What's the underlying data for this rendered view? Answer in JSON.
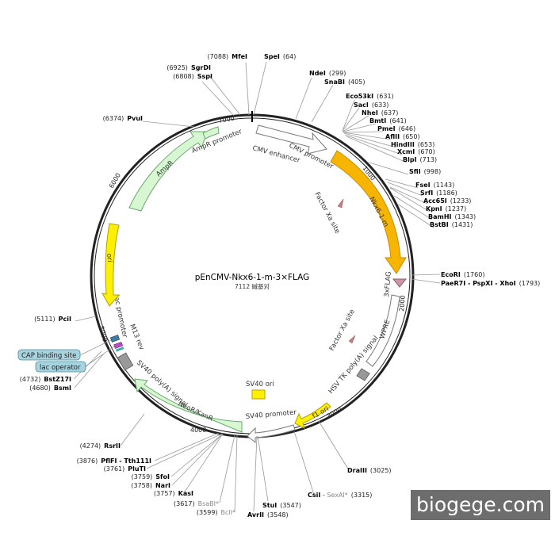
{
  "plasmid": {
    "name": "pEnCMV-Nkx6-1-m-3×FLAG",
    "size_label": "7112 碱基对"
  },
  "ticks": [
    "1000",
    "2000",
    "3000",
    "4000",
    "5000",
    "6000",
    "7000"
  ],
  "sites": [
    {
      "name": "MfeI",
      "pos": "(7088)",
      "side": "left"
    },
    {
      "name": "SgrDI",
      "pos": "(6925)",
      "side": "left"
    },
    {
      "name": "SspI",
      "pos": "(6808)",
      "side": "left"
    },
    {
      "name": "PvuI",
      "pos": "(6374)",
      "side": "left"
    },
    {
      "name": "SpeI",
      "pos": "(64)",
      "side": "right"
    },
    {
      "name": "NdeI",
      "pos": "(299)",
      "side": "right"
    },
    {
      "name": "SnaBI",
      "pos": "(405)",
      "side": "right"
    },
    {
      "name": "Eco53kI",
      "pos": "(631)",
      "side": "right"
    },
    {
      "name": "SacI",
      "pos": "(633)",
      "side": "right"
    },
    {
      "name": "NheI",
      "pos": "(637)",
      "side": "right"
    },
    {
      "name": "BmtI",
      "pos": "(641)",
      "side": "right"
    },
    {
      "name": "PmeI",
      "pos": "(646)",
      "side": "right"
    },
    {
      "name": "AflII",
      "pos": "(650)",
      "side": "right"
    },
    {
      "name": "HindIII",
      "pos": "(653)",
      "side": "right"
    },
    {
      "name": "XcmI",
      "pos": "(670)",
      "side": "right"
    },
    {
      "name": "BlpI",
      "pos": "(713)",
      "side": "right"
    },
    {
      "name": "SfiI",
      "pos": "(998)",
      "side": "right"
    },
    {
      "name": "FseI",
      "pos": "(1143)",
      "side": "right"
    },
    {
      "name": "SrfI",
      "pos": "(1186)",
      "side": "right"
    },
    {
      "name": "Acc65I",
      "pos": "(1233)",
      "side": "right"
    },
    {
      "name": "KpnI",
      "pos": "(1237)",
      "side": "right"
    },
    {
      "name": "BamHI",
      "pos": "(1343)",
      "side": "right"
    },
    {
      "name": "BstBI",
      "pos": "(1431)",
      "side": "right"
    },
    {
      "name": "EcoRI",
      "pos": "(1760)",
      "side": "right"
    },
    {
      "name": "PaeR7I - PspXI - XhoI",
      "pos": "(1793)",
      "side": "right"
    },
    {
      "name": "DraIII",
      "pos": "(3025)",
      "side": "right"
    },
    {
      "name": "CsiI",
      "pos": "",
      "side": "right"
    },
    {
      "name": "SexAI*",
      "pos": "(3315)",
      "side": "right"
    },
    {
      "name": "StuI",
      "pos": "(3547)",
      "side": "right"
    },
    {
      "name": "AvrII",
      "pos": "(3548)",
      "side": "right"
    },
    {
      "name": "PciI",
      "pos": "(5111)",
      "side": "left"
    },
    {
      "name": "BstZ17I",
      "pos": "(4732)",
      "side": "left"
    },
    {
      "name": "BsmI",
      "pos": "(4680)",
      "side": "left"
    },
    {
      "name": "RsrII",
      "pos": "(4274)",
      "side": "left"
    },
    {
      "name": "PflFI - Tth111I",
      "pos": "(3876)",
      "side": "left"
    },
    {
      "name": "PluTI",
      "pos": "(3761)",
      "side": "left"
    },
    {
      "name": "SfoI",
      "pos": "(3759)",
      "side": "left"
    },
    {
      "name": "NarI",
      "pos": "(3758)",
      "side": "left"
    },
    {
      "name": "KasI",
      "pos": "(3757)",
      "side": "left"
    },
    {
      "name": "BsaBI*",
      "pos": "(3617)",
      "side": "left"
    },
    {
      "name": "BclI*",
      "pos": "(3599)",
      "side": "left"
    }
  ],
  "features": {
    "cmv_promoter": "CMV promoter",
    "cmv_enhancer": "CMV enhancer",
    "nkx": "Nkx6-1-m",
    "factor_xa_1": "Factor Xa site",
    "flag": "3xFLAG",
    "factor_xa_2": "Factor Xa site",
    "wpre": "WPRE",
    "hsv": "HSV TK poly(A) signal",
    "f1": "f1 ori",
    "sv40_ori": "SV40 ori",
    "sv40_promoter": "SV40 promoter",
    "neo": "NeoR/KanR",
    "sv40_polya": "SV40 poly(A) signal",
    "m13": "M13 rev",
    "lac_promoter": "lac promoter",
    "ori": "ori",
    "ampr": "AmpR",
    "ampr_promoter": "AmpR promoter"
  },
  "badges": {
    "cap": "CAP binding site",
    "lac_op": "lac operator"
  },
  "watermark": "biogege.com",
  "colors": {
    "backbone": "#222222",
    "cds_orange": "#f7b500",
    "ori_yellow": "#ffef00",
    "ampr_green": "#d7f7d3",
    "promoter_white": "#ffffff",
    "badge_teal": "#a7d3df"
  }
}
